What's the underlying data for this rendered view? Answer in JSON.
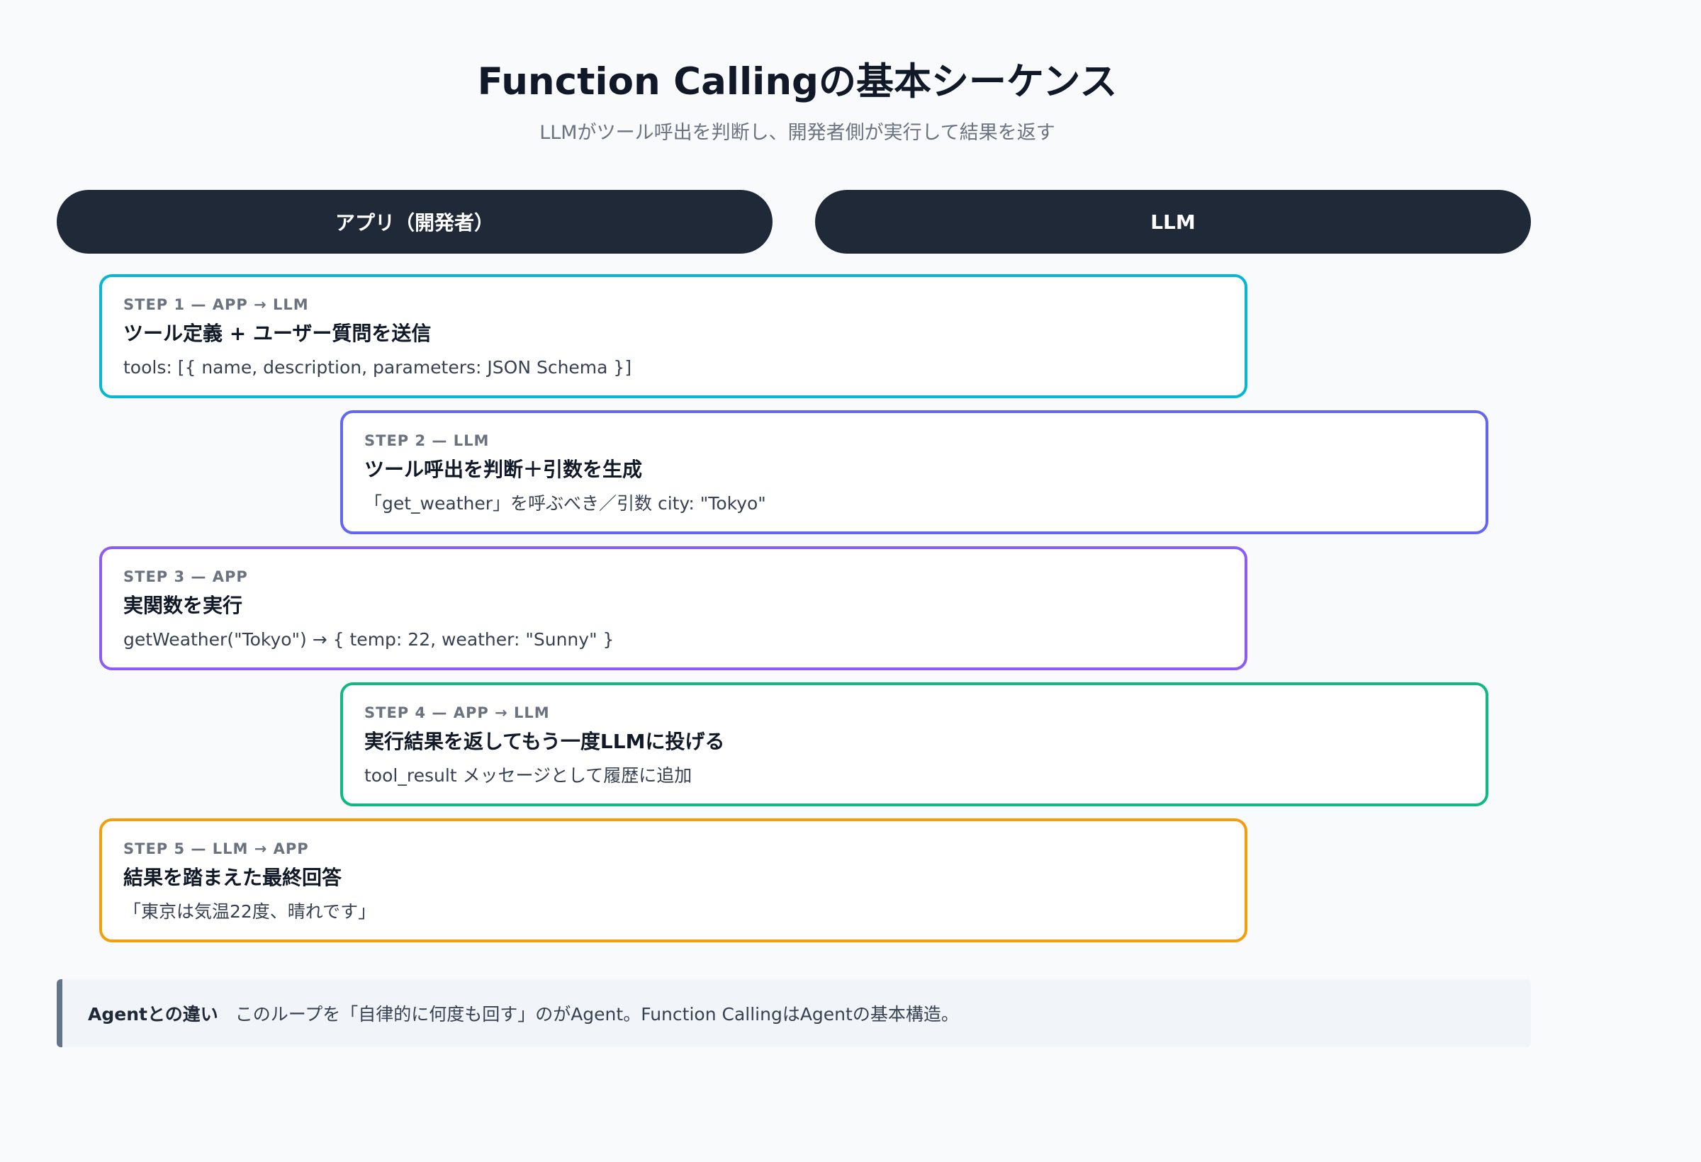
{
  "header": {
    "title": "Function Callingの基本シーケンス",
    "subtitle": "LLMがツール呼出を判断し、開発者側が実行して結果を返す"
  },
  "lanes": [
    {
      "label": "アプリ（開発者）"
    },
    {
      "label": "LLM"
    }
  ],
  "steps": [
    {
      "label": "STEP 1 — APP → LLM",
      "heading": "ツール定義 + ユーザー質問を送信",
      "detail": "tools: [{ name, description, parameters: JSON Schema }]",
      "color": "#06b6d4"
    },
    {
      "label": "STEP 2 — LLM",
      "heading": "ツール呼出を判断＋引数を生成",
      "detail": "「get_weather」を呼ぶべき／引数 city: \"Tokyo\"",
      "color": "#6366f1"
    },
    {
      "label": "STEP 3 — APP",
      "heading": "実関数を実行",
      "detail": "getWeather(\"Tokyo\") → { temp: 22, weather: \"Sunny\" }",
      "color": "#8b5cf6"
    },
    {
      "label": "STEP 4 — APP → LLM",
      "heading": "実行結果を返してもう一度LLMに投げる",
      "detail": "tool_result メッセージとして履歴に追加",
      "color": "#10b981"
    },
    {
      "label": "STEP 5 — LLM → APP",
      "heading": "結果を踏まえた最終回答",
      "detail": "「東京は気温22度、晴れです」",
      "color": "#f59e0b"
    }
  ],
  "note": {
    "label": "Agentとの違い",
    "text": "このループを「自律的に何度も回す」のがAgent。Function CallingはAgentの基本構造。"
  }
}
